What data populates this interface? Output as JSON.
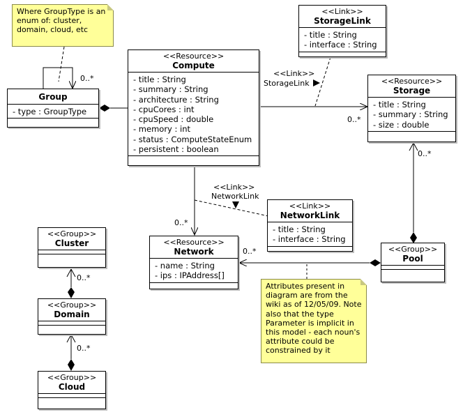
{
  "notes": {
    "group_type": "Where GroupType is an enum of: cluster, domain, cloud, etc",
    "attributes": "Attributes present in diagram are from the wiki as of 12/05/09. Note also that the type Parameter is implicit in this model - each noun's attribute could be constrained by it"
  },
  "classes": {
    "group": {
      "name": "Group",
      "attrs": [
        "- type : GroupType"
      ]
    },
    "compute": {
      "stereotype": "<<Resource>>",
      "name": "Compute",
      "attrs": [
        "- title : String",
        "- summary : String",
        "- architecture : String",
        "- cpuCores : int",
        "- cpuSpeed : double",
        "- memory : int",
        "- status : ComputeStateEnum",
        "- persistent : boolean"
      ]
    },
    "storage_link": {
      "stereotype": "<<Link>>",
      "name": "StorageLink",
      "attrs": [
        "- title : String",
        "- interface : String"
      ]
    },
    "storage": {
      "stereotype": "<<Resource>>",
      "name": "Storage",
      "attrs": [
        "- title : String",
        "- summary : String",
        "- size : double"
      ]
    },
    "network_link": {
      "stereotype": "<<Link>>",
      "name": "NetworkLink",
      "attrs": [
        "- title : String",
        "- interface : String"
      ]
    },
    "network": {
      "stereotype": "<<Resource>>",
      "name": "Network",
      "attrs": [
        "- name : String",
        "- ips : IPAddress[]"
      ]
    },
    "pool": {
      "stereotype": "<<Group>>",
      "name": "Pool"
    },
    "cluster": {
      "stereotype": "<<Group>>",
      "name": "Cluster"
    },
    "domain": {
      "stereotype": "<<Group>>",
      "name": "Domain"
    },
    "cloud": {
      "stereotype": "<<Group>>",
      "name": "Cloud"
    }
  },
  "association_labels": {
    "storage_link_stereotype": "<<Link>>",
    "storage_link_name": "StorageLink",
    "network_link_stereotype": "<<Link>>",
    "network_link_name": "NetworkLink"
  },
  "multiplicities": {
    "group_self": "0..*",
    "compute_storage": "0..*",
    "storage_pool": "0..*",
    "compute_network": "0..*",
    "pool_network": "0..*",
    "cluster_domain": "0..*",
    "domain_cloud": "0..*"
  }
}
